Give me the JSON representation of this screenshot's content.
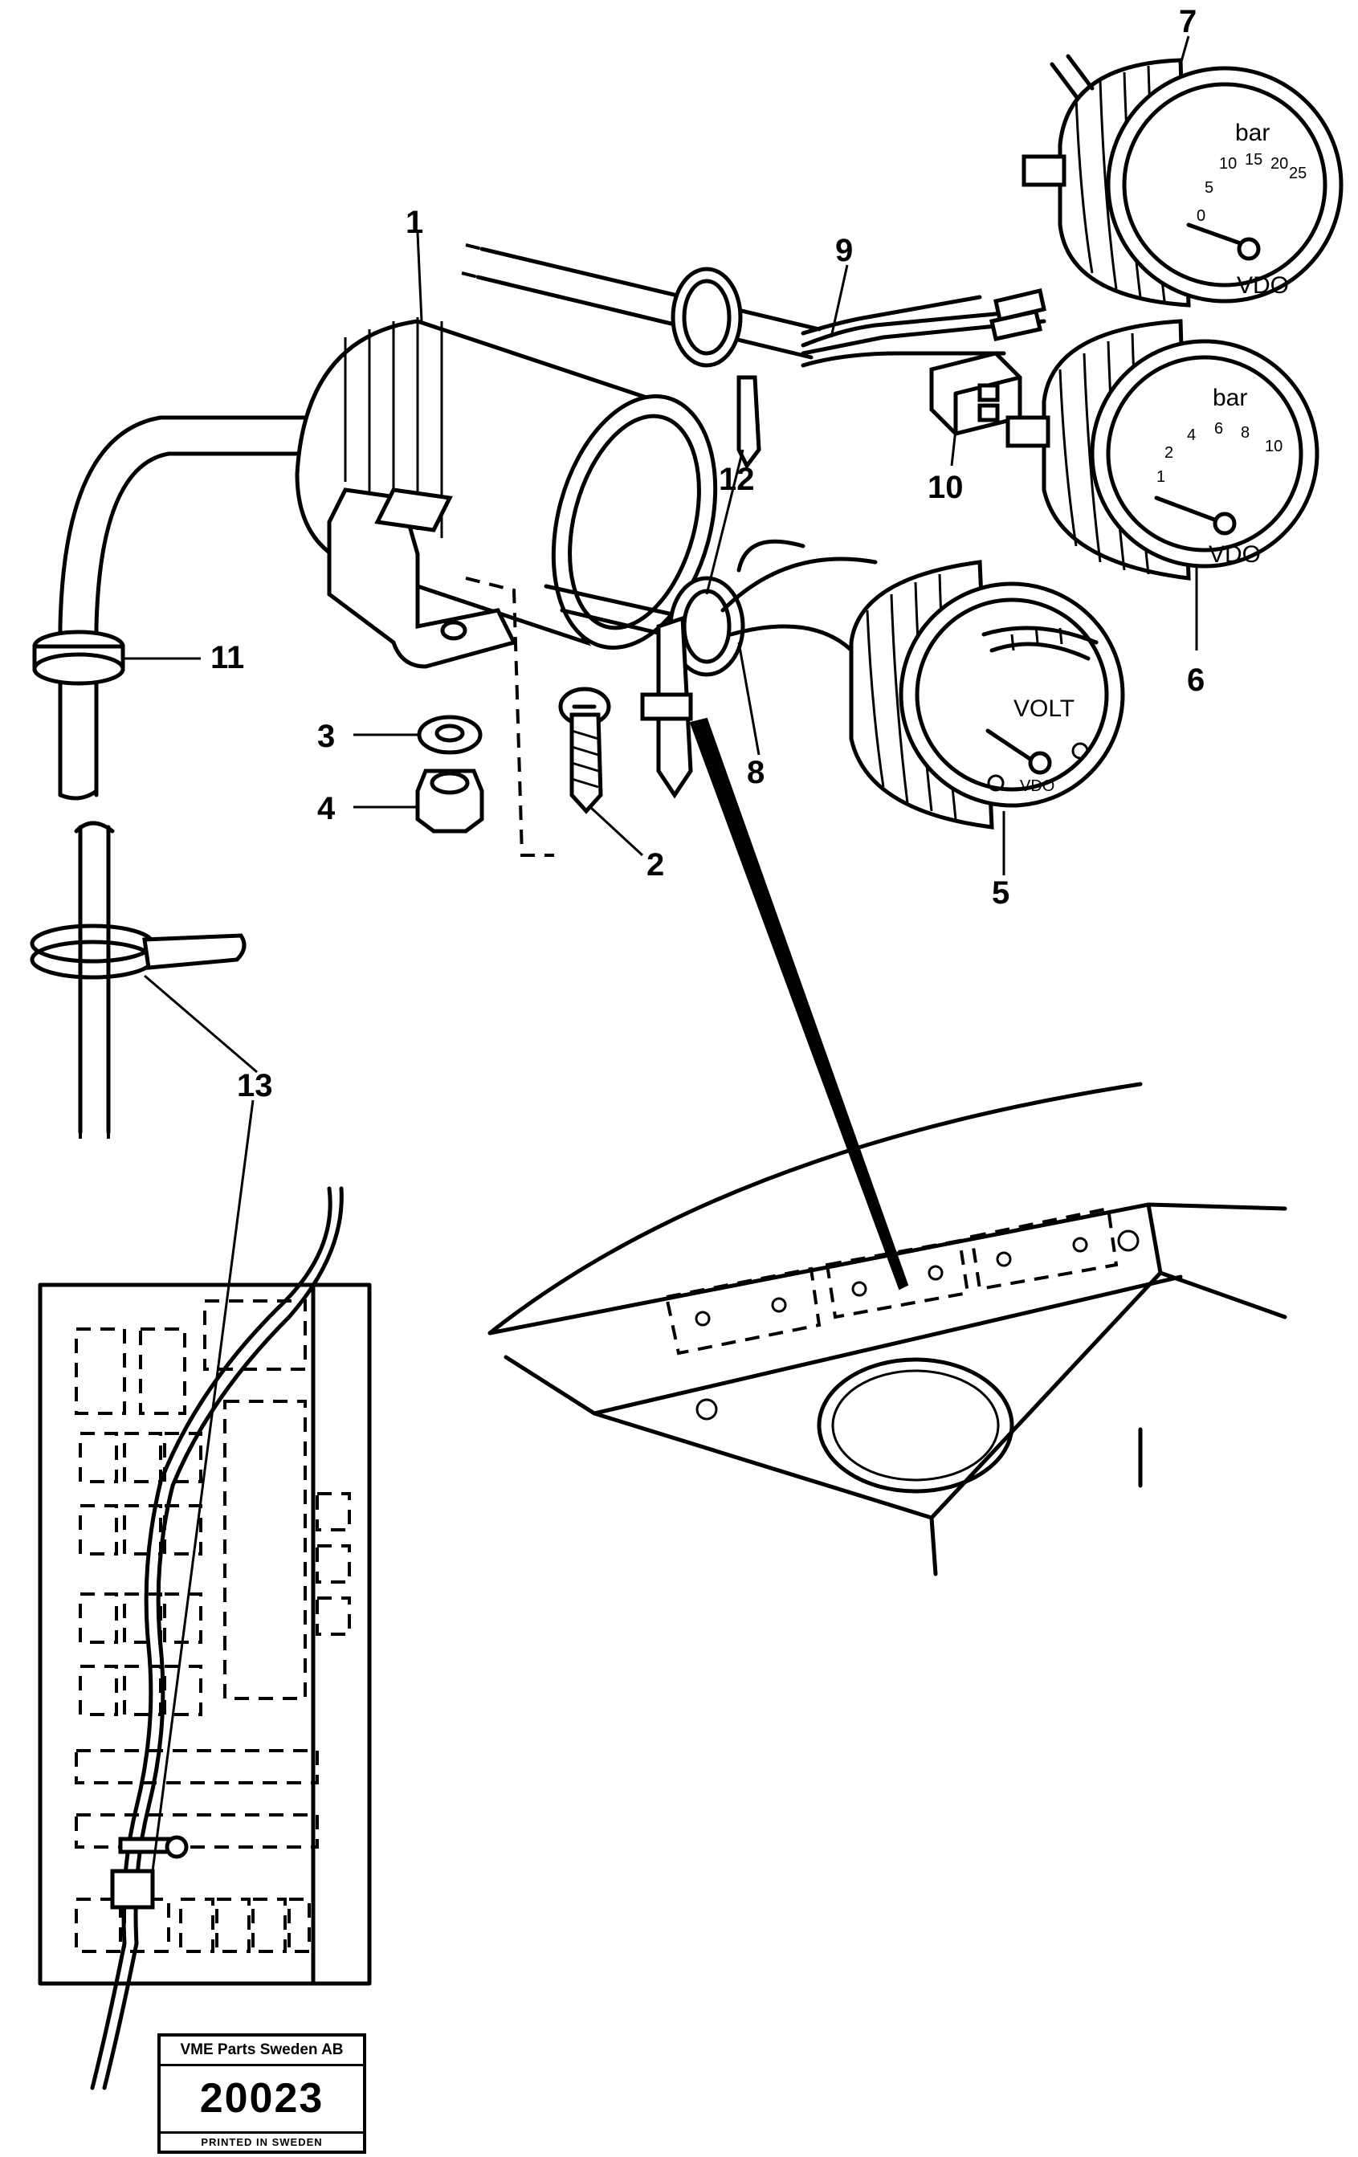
{
  "callouts": {
    "c1": "1",
    "c2": "2",
    "c3": "3",
    "c4": "4",
    "c5": "5",
    "c6": "6",
    "c7": "7",
    "c8": "8",
    "c9": "9",
    "c10": "10",
    "c11": "11",
    "c12": "12",
    "c13": "13"
  },
  "gauges": {
    "gauge7": {
      "unit": "bar",
      "ticks": [
        "0",
        "5",
        "10",
        "15",
        "20",
        "25"
      ],
      "brand": "VDO"
    },
    "gauge6": {
      "unit": "bar",
      "ticks": [
        "1",
        "2",
        "4",
        "6",
        "8",
        "10"
      ],
      "brand": "VDO"
    },
    "gauge5": {
      "label": "VOLT",
      "brand": "VDO"
    }
  },
  "plate": {
    "company": "VME Parts Sweden AB",
    "number": "20023",
    "printed": "PRINTED IN SWEDEN"
  }
}
